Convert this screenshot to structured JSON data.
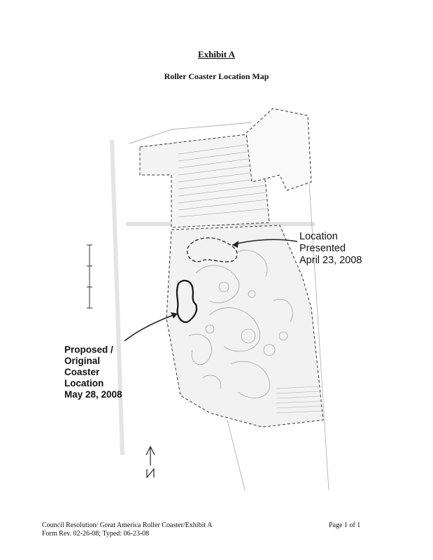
{
  "header": {
    "exhibit": "Exhibit A",
    "title": "Roller Coaster Location Map"
  },
  "callouts": {
    "presented": [
      "Location",
      "Presented",
      "April 23, 2008"
    ],
    "original": [
      "Proposed /",
      "Original",
      "Coaster",
      "Location",
      "May 28, 2008"
    ]
  },
  "footer": {
    "line1": "Council Resolution/ Great America Roller Coaster/Exhibit A",
    "line2": "Form Rev. 02-26-08; Typed: 06-23-08",
    "page": "Page 1 of 1"
  },
  "icons": {
    "north_arrow": "north-arrow-icon"
  }
}
